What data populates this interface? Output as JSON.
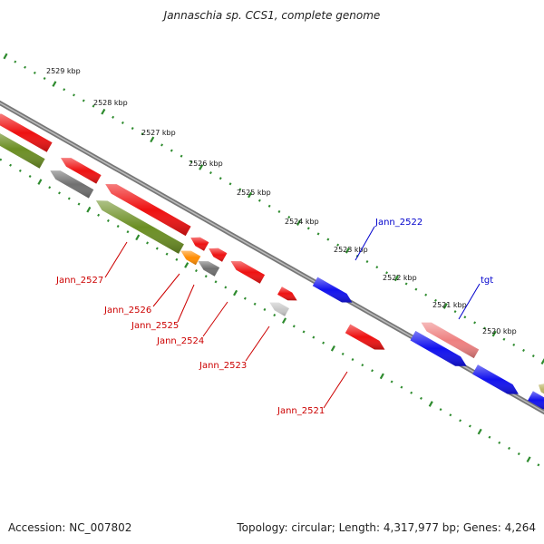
{
  "title": "Jannaschia sp. CCS1, complete genome",
  "footer": {
    "accession": "Accession: NC_007802",
    "topology": "Topology: circular; Length: 4,317,977 bp; Genes: 4,264"
  },
  "colors": {
    "backbone": "#888888",
    "tick": "#2e8b2e",
    "label_forward": "#0000cc",
    "label_reverse": "#cc0000",
    "red": "#ee1111",
    "olive": "#6b8e23",
    "gray": "#707070",
    "orange": "#ff8c00",
    "light_gray": "#c8c8c8",
    "blue": "#1111ee",
    "pink": "#ee8080",
    "khaki": "#bdb76b"
  },
  "kbp_labels": [
    "2529 kbp",
    "2528 kbp",
    "2527 kbp",
    "2526 kbp",
    "2525 kbp",
    "2524 kbp",
    "2523 kbp",
    "2522 kbp",
    "2521 kbp",
    "2520 kbp"
  ],
  "gene_labels": [
    "Jann_2522",
    "tgt",
    "Jann_2527",
    "Jann_2526",
    "Jann_2525",
    "Jann_2524",
    "Jann_2523",
    "Jann_2521"
  ]
}
